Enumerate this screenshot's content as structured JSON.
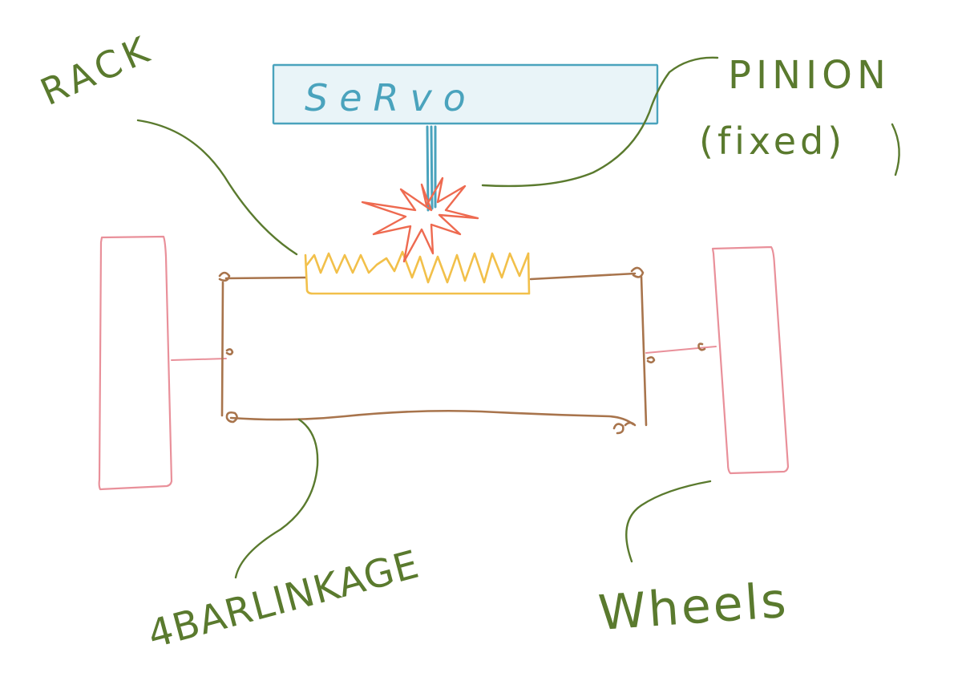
{
  "labels": {
    "servo": "SeRvo",
    "rack": "RACK",
    "pinion_line1": "PINION",
    "pinion_line2": "(fixed)",
    "linkage": "4BARLINKAGE",
    "wheels": "Wheels"
  },
  "colors": {
    "background": "#ffffff",
    "annotation_ink": "#5a7a2e",
    "servo_fill": "#e9f4f8",
    "servo_stroke": "#4aa3bd",
    "servo_text": "#4aa3bd",
    "shaft": "#4aa3bd",
    "pinion": "#ee6a50",
    "rack": "#f2c04a",
    "linkage": "#a8744c",
    "wheel": "#e9909a"
  }
}
